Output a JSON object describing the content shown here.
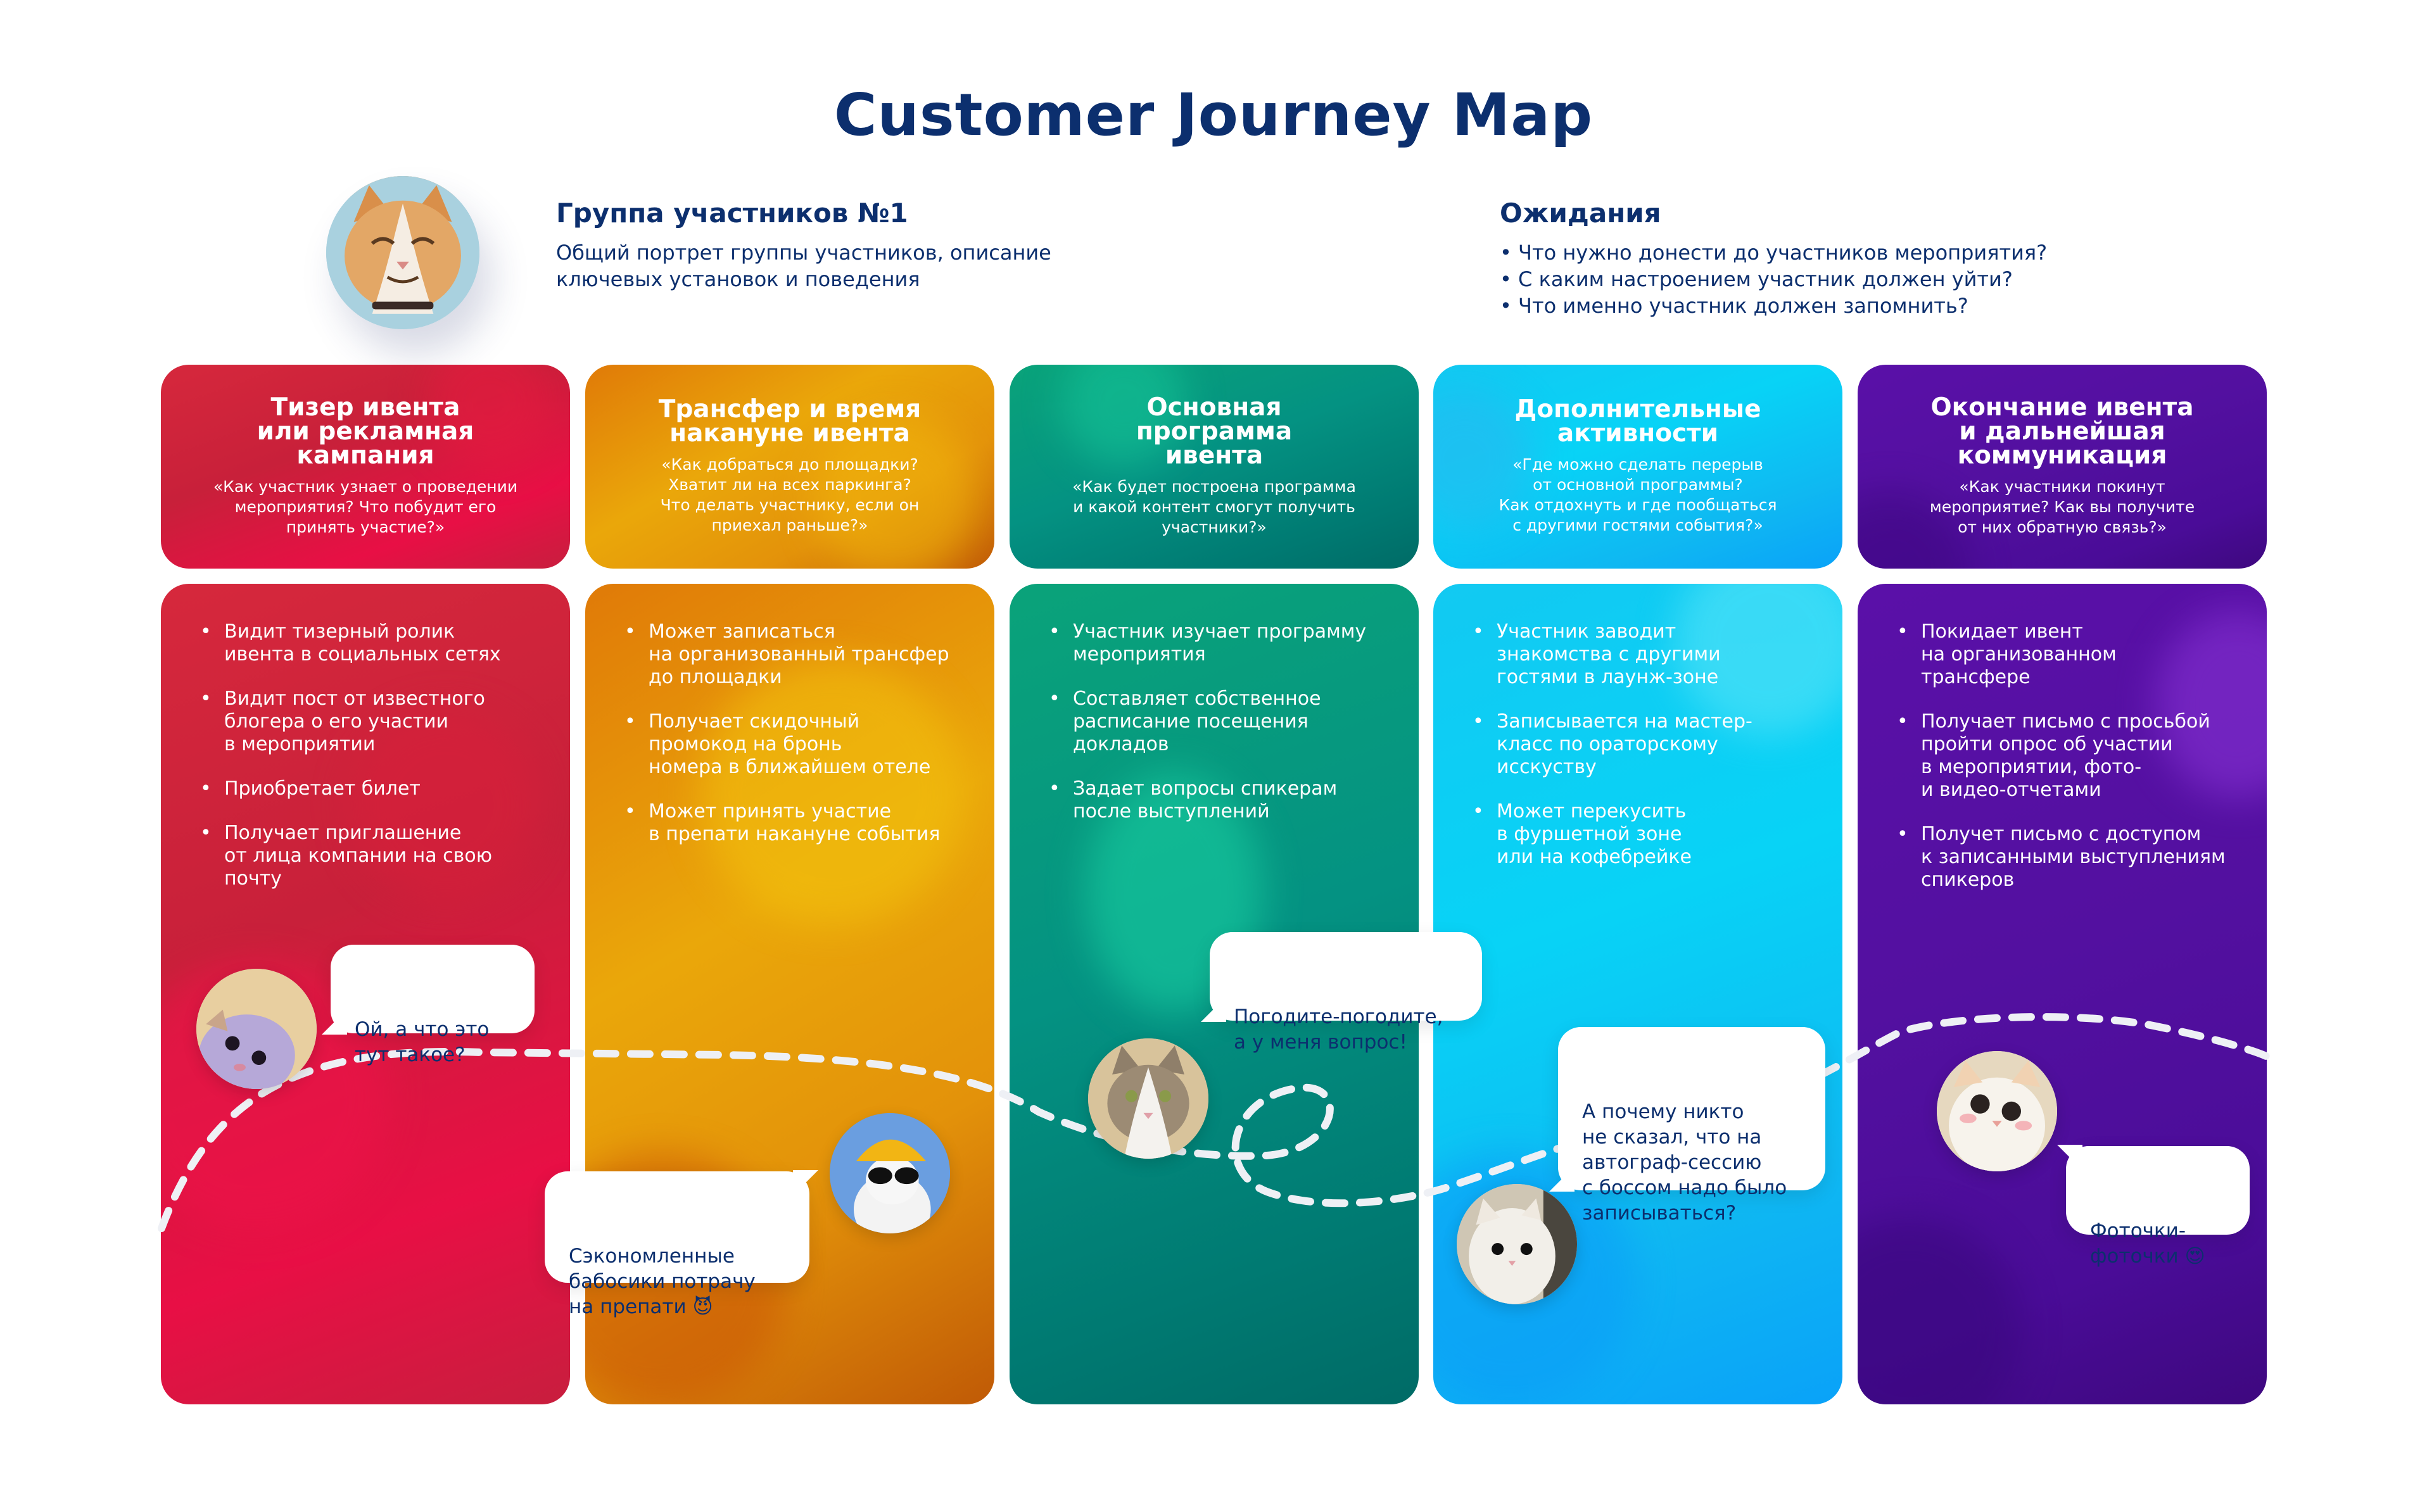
{
  "title": "Customer Journey Map",
  "persona": {
    "avatar_icon": "smiling-cat-avatar",
    "title": "Группа участников №1",
    "description": "Общий портрет группы участников, описание ключевых установок и поведения"
  },
  "expectations": {
    "title": "Ожидания",
    "items": [
      "Что нужно донести до участников мероприятия?",
      "С каким настроением участник должен уйти?",
      "Что именно участник должен запомнить?"
    ]
  },
  "colors": {
    "text_dark": "#0c2f6e",
    "red": "#d6283c",
    "orange": "#eaa70a",
    "green": "#049282",
    "cyan": "#08d3f6",
    "purple": "#5310a0"
  },
  "stages": [
    {
      "title": "Тизер ивента\nили рекламная\nкампания",
      "question": "«Как участник узнает о проведении\nмероприятия? Что побудит его\nпринять участие?»",
      "actions": [
        "Видит тизерный ролик\nивента в социальных сетях",
        "Видит пост от известного\nблогера о его участии\nв мероприятии",
        "Приобретает билет",
        "Получает приглашение\nот лица компании на свою\nпочту"
      ]
    },
    {
      "title": "Трансфер и время\nнакануне ивента",
      "question": "«Как добраться до площадки?\nХватит ли на всех паркинга?\nЧто делать участнику, если он\nприехал раньше?»",
      "actions": [
        "Может записаться\nна организованный трансфер\nдо площадки",
        "Получает скидочный\nпромокод на бронь\nномера в ближайшем отеле",
        "Может принять участие\nв препати накануне события"
      ]
    },
    {
      "title": "Основная\nпрограмма\nивента",
      "question": "«Как будет построена программа\nи какой контент смогут получить\nучастники?»",
      "actions": [
        "Участник изучает программу\nмероприятия",
        "Составляет собственное\nрасписание посещения\nдокладов",
        "Задает вопросы спикерам\nпосле выступлений"
      ]
    },
    {
      "title": "Дополнительные\nактивности",
      "question": "«Где можно сделать перерыв\nот основной программы?\nКак отдохнуть и где пообщаться\nс другими гостями события?»",
      "actions": [
        "Участник заводит\nзнакомства с другими\nгостями в лаунж-зоне",
        "Записывается на мастер-\nкласс по ораторскому\nисскуству",
        "Может перекусить\nв фуршетной зоне\nили на кофебрейке"
      ]
    },
    {
      "title": "Окончание ивента\nи дальнейшая\nкоммуникация",
      "question": "«Как участники покинут\nмероприятие? Как вы получите\nот них обратную связь?»",
      "actions": [
        "Покидает ивент\nна организованном\nтрансфере",
        "Получает письмо с просьбой\nпройти опрос об участии\nв мероприятии, фото-\nи видео-отчетами",
        "Получет письмо с доступом\nк записанными выступлениям\nспикеров"
      ]
    }
  ],
  "comments": [
    {
      "text": "Ой, а что это\nтут такое?",
      "avatar_icon": "curious-cat-avatar"
    },
    {
      "text": "Сэкономленные\nбабосики потрачу\nна препати 😈",
      "avatar_icon": "cool-cat-in-hat-avatar"
    },
    {
      "text": "Погодите-погодите,\nа у меня вопрос!",
      "avatar_icon": "serious-tabby-cat-avatar"
    },
    {
      "text": "А почему никто\nне сказал, что на\nавтограф-сессию\nс боссом надо было\nзаписываться?",
      "avatar_icon": "shocked-white-cat-avatar"
    },
    {
      "text": "Фоточки-\nфоточки 😍",
      "avatar_icon": "blushing-kitten-avatar"
    }
  ]
}
